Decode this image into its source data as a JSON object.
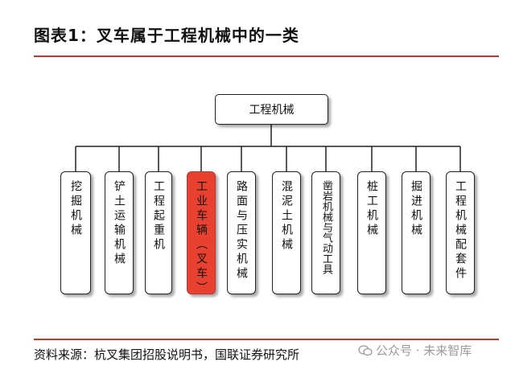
{
  "header": {
    "title": "图表1：叉车属于工程机械中的一类"
  },
  "diagram": {
    "root": "工程机械",
    "children": [
      {
        "label": "挖掘机械"
      },
      {
        "label": "铲土运输机械"
      },
      {
        "label": "工程起重机"
      },
      {
        "label": "工业车辆（叉车）",
        "highlight": true
      },
      {
        "label": "路面与压实机械"
      },
      {
        "label": "混泥土机械"
      },
      {
        "label": "凿岩机械与气动工具"
      },
      {
        "label": "桩工机械"
      },
      {
        "label": "掘进机械"
      },
      {
        "label": "工程机械配套件"
      }
    ]
  },
  "footer": {
    "source": "资料来源：杭叉集团招股说明书，国联证券研究所",
    "watermark": "公众号 · 未来智库"
  },
  "colors": {
    "accent": "#c0392b",
    "highlight": "#e8412f"
  }
}
